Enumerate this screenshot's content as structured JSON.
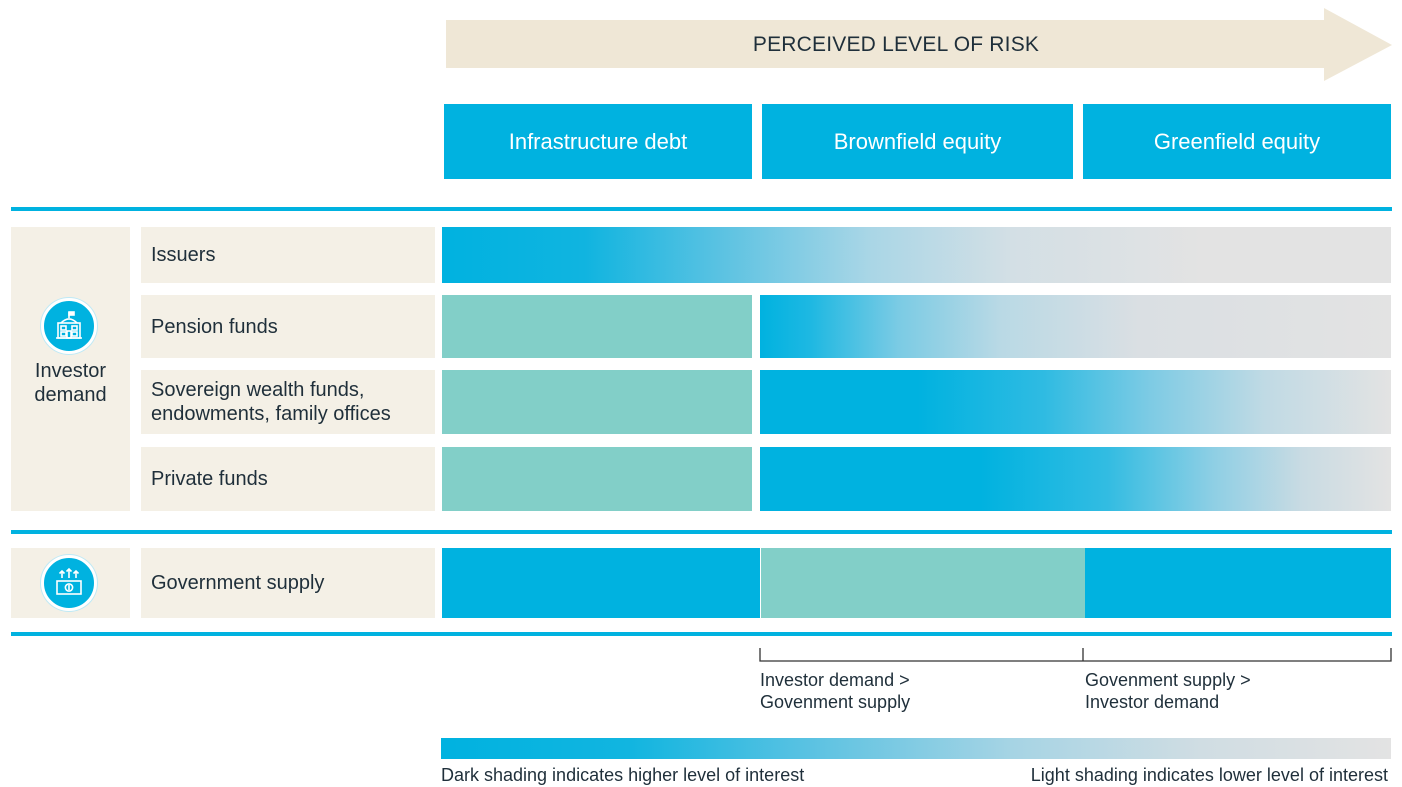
{
  "risk_axis": {
    "label": "PERCEIVED LEVEL OF RISK"
  },
  "columns": [
    "Infrastructure debt",
    "Brownfield equity",
    "Greenfield equity"
  ],
  "investor_demand": {
    "label_line1": "Investor",
    "label_line2": "demand",
    "icon": "building-icon",
    "rows": [
      {
        "label_lines": [
          "Issuers"
        ],
        "cells": "gradient across all columns"
      },
      {
        "label_lines": [
          "Pension funds"
        ],
        "cells": "teal debt, gradient equity"
      },
      {
        "label_lines": [
          "Sovereign wealth funds,",
          "endowments, family offices"
        ],
        "cells": "teal debt, gradient equity"
      },
      {
        "label_lines": [
          "Private funds"
        ],
        "cells": "teal debt, gradient equity"
      }
    ]
  },
  "government_supply": {
    "label": "Government supply",
    "icon": "money-icon"
  },
  "brackets": [
    {
      "line1": "Investor demand >",
      "line2": "Govenment supply"
    },
    {
      "line1": "Govenment supply >",
      "line2": "Investor demand"
    }
  ],
  "legend": {
    "dark_text": "Dark shading indicates higher level of interest",
    "light_text": "Light shading indicates lower level of interest"
  },
  "colors": {
    "blue": "#00b2e0",
    "teal": "#82cfc8",
    "light_gray": "#e3e3e3",
    "beige": "#f4f0e6",
    "arrow": "#efe7d6"
  }
}
